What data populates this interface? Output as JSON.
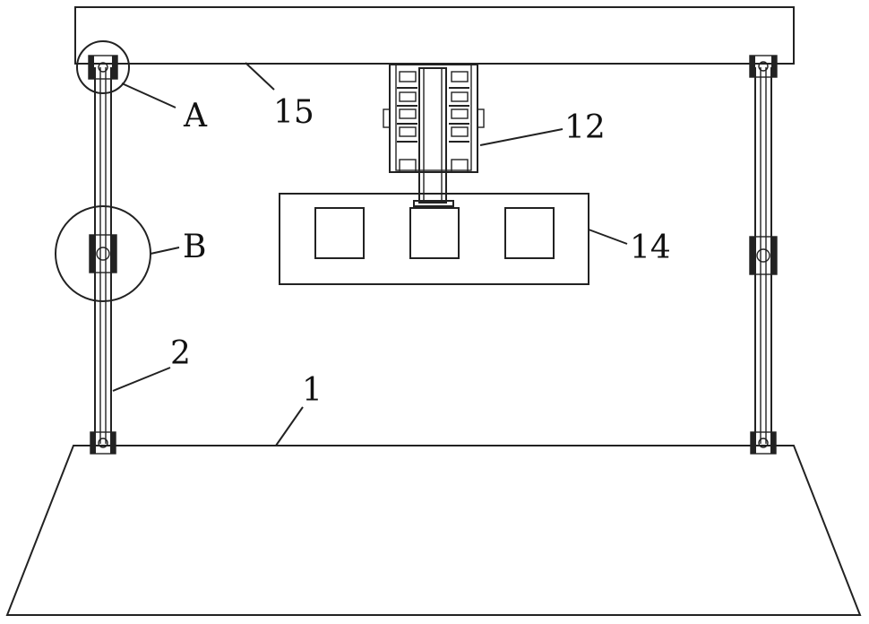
{
  "callouts": {
    "A": "A",
    "B": "B",
    "c1": "1",
    "c2": "2",
    "c12": "12",
    "c14": "14",
    "c15": "15"
  }
}
